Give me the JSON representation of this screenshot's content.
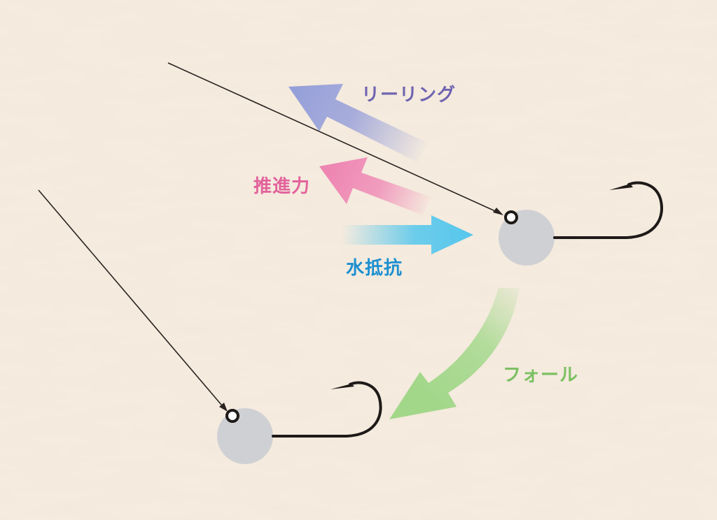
{
  "labels": {
    "reeling": "リーリング",
    "propulsion": "推進力",
    "water_resistance": "水抵抗",
    "fall": "フォール"
  },
  "colors": {
    "background": "#f6ece0",
    "line": "#2a2420",
    "hook": "#1e1a18",
    "head": "#cfd0d3",
    "reeling": "#6f64b0",
    "reeling_arrow": "#9aa2da",
    "propulsion": "#e2639b",
    "propulsion_arrow": "#f08fb8",
    "water_resistance": "#1c8fd0",
    "water_resistance_arrow": "#5ec9ec",
    "fall": "#7cc062",
    "fall_arrow": "#a6d98e"
  }
}
